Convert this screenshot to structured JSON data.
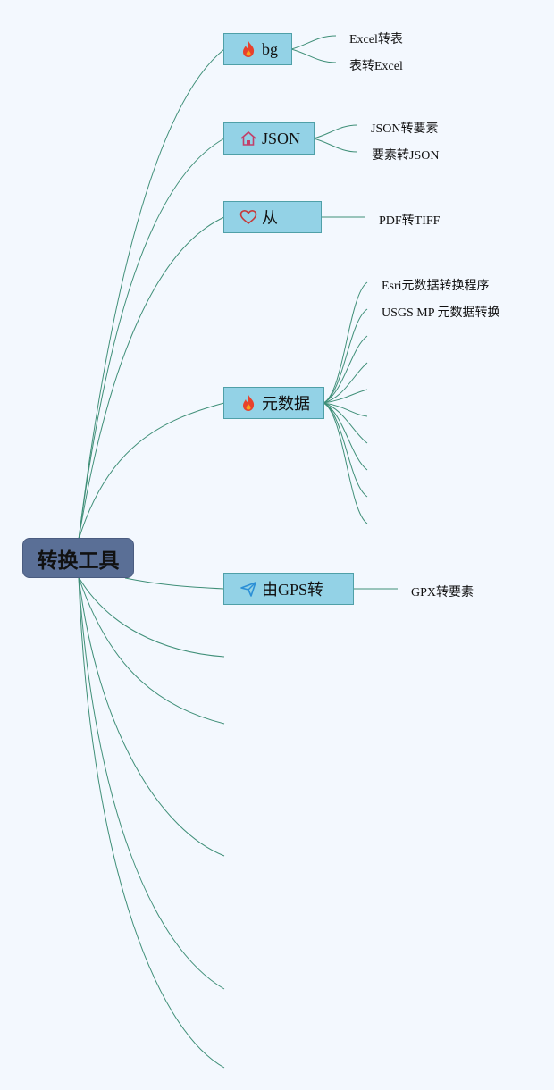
{
  "root": {
    "label": "转换工具"
  },
  "topics": [
    {
      "label": "bg",
      "icon": "fire-icon",
      "children": [
        "Excel转表",
        "表转Excel"
      ]
    },
    {
      "label": "JSON",
      "icon": "home-icon",
      "children": [
        "JSON转要素",
        "要素转JSON"
      ]
    },
    {
      "label": "从",
      "icon": "heart-icon",
      "children": [
        "PDF转TIFF"
      ]
    },
    {
      "label": "元数据",
      "icon": "fire-icon",
      "children": [
        "Esri元数据转换程序",
        "USGS MP 元数据转换"
      ]
    },
    {
      "label": "由GPS转",
      "icon": "paper-plane-icon",
      "children": [
        "GPX转要素"
      ]
    }
  ],
  "colors": {
    "background": "#f3f8fe",
    "root": "#5a6f96",
    "topic": "#93d2e6",
    "line": "#3f8f78"
  }
}
